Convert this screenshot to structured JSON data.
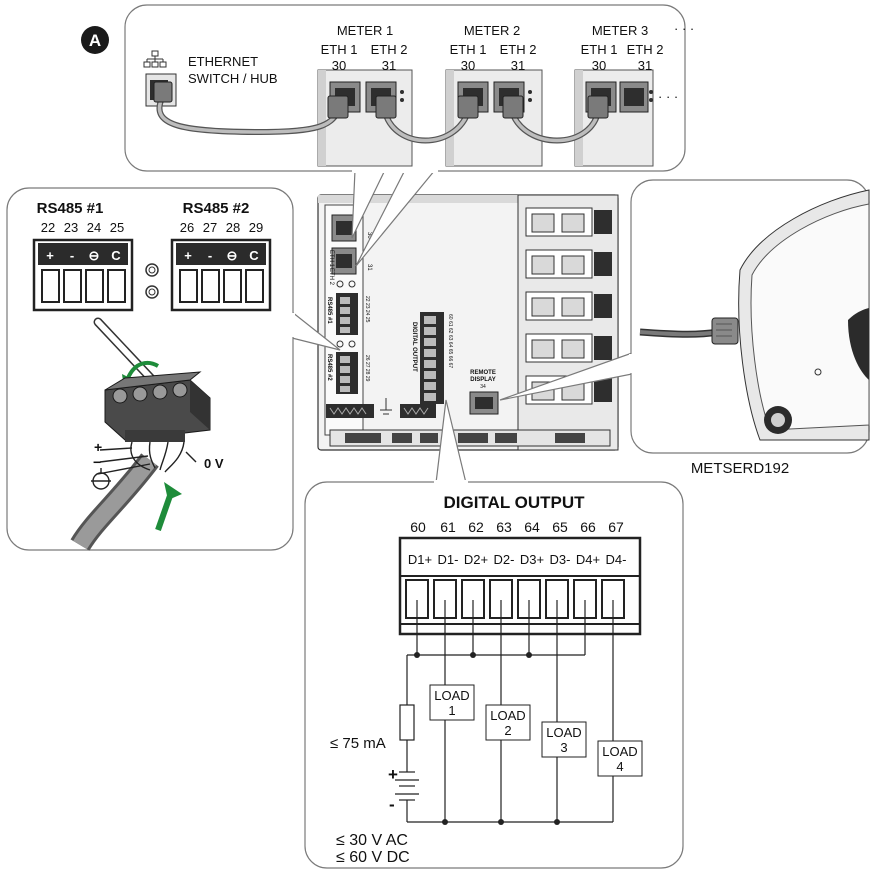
{
  "badge": "A",
  "network": {
    "switch_label_1": "ETHERNET",
    "switch_label_2": "SWITCH / HUB",
    "meters": [
      {
        "name": "METER 1",
        "eth1": "ETH 1",
        "eth2": "ETH 2",
        "n1": "30",
        "n2": "31"
      },
      {
        "name": "METER 2",
        "eth1": "ETH 1",
        "eth2": "ETH 2",
        "n1": "30",
        "n2": "31"
      },
      {
        "name": "METER 3",
        "eth1": "ETH 1",
        "eth2": "ETH 2",
        "n1": "30",
        "n2": "31"
      }
    ],
    "ellipsis": "· · ·"
  },
  "rs485": {
    "port1": {
      "title": "RS485 #1",
      "pins": [
        "22",
        "23",
        "24",
        "25"
      ]
    },
    "port2": {
      "title": "RS485 #2",
      "pins": [
        "26",
        "27",
        "28",
        "29"
      ]
    },
    "pin_symbols": [
      "+",
      "-",
      "⊖",
      "C"
    ],
    "wire_plus": "+",
    "wire_minus": "−",
    "wire_0v": "0 V"
  },
  "meter_front": {
    "eth1": "ETH 1",
    "eth2": "ETH 2",
    "eth1_n": "30",
    "eth2_n": "31",
    "rs1": "RS485 #1",
    "rs2": "RS485 #2",
    "rs1_pins": "22 23 24 25",
    "rs2_pins": "26 27 28 29",
    "digital_output": "DIGITAL OUTPUT",
    "do_pins": "60 61 62 63 64 65 66 67",
    "remote_1": "REMOTE",
    "remote_2": "DISPLAY",
    "remote_n": "34"
  },
  "display": {
    "model": "METSERD192"
  },
  "digital_output": {
    "title": "DIGITAL OUTPUT",
    "pins": [
      "60",
      "61",
      "62",
      "63",
      "64",
      "65",
      "66",
      "67"
    ],
    "labels": [
      "D1+",
      "D1-",
      "D2+",
      "D2-",
      "D3+",
      "D3-",
      "D4+",
      "D4-"
    ],
    "loads": [
      {
        "word": "LOAD",
        "num": "1"
      },
      {
        "word": "LOAD",
        "num": "2"
      },
      {
        "word": "LOAD",
        "num": "3"
      },
      {
        "word": "LOAD",
        "num": "4"
      }
    ],
    "current": "≤ 75 mA",
    "plus": "+",
    "minus": "-",
    "vac": "≤ 30 V AC",
    "vdc": "≤ 60 V DC"
  }
}
